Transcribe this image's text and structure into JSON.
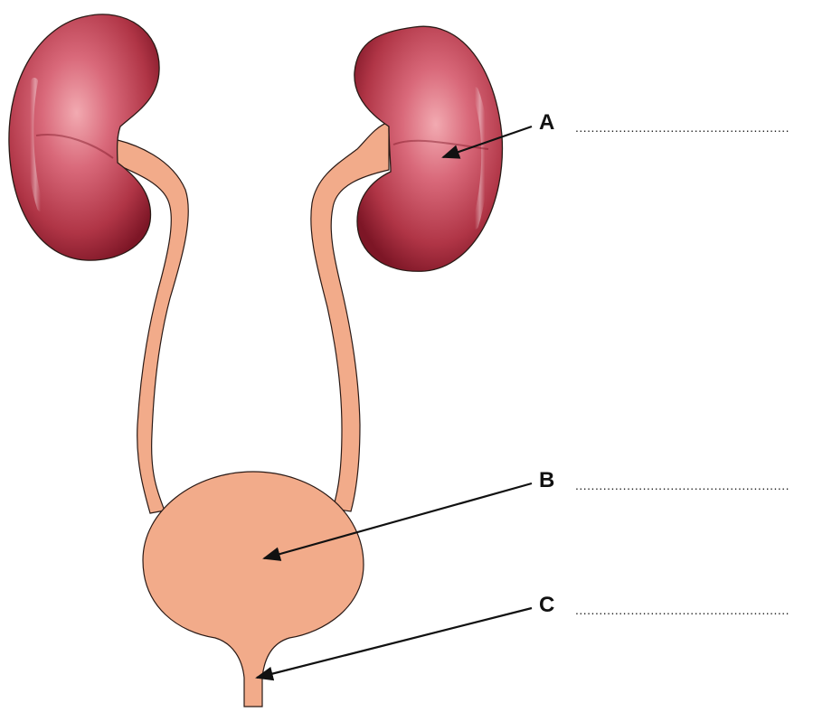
{
  "labels": [
    {
      "id": "A",
      "letter": "A",
      "answer_line": "......................................................"
    },
    {
      "id": "B",
      "letter": "B",
      "answer_line": "......................................................"
    },
    {
      "id": "C",
      "letter": "C",
      "answer_line": "......................................................"
    }
  ],
  "colors": {
    "kidney_dark": "#8a1a2c",
    "kidney_mid": "#b8404f",
    "kidney_light": "#e9929b",
    "tube_fill": "#f2ab8a",
    "outline": "#2a1a16",
    "arrow": "#111111"
  }
}
